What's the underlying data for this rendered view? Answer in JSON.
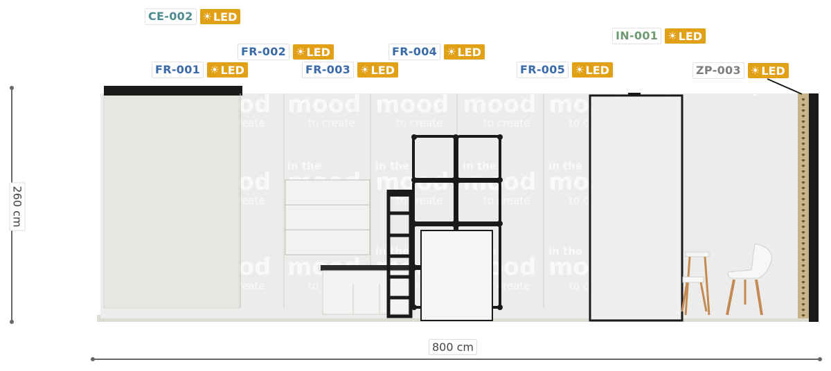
{
  "colors": {
    "tag_ce": "#4d8a8f",
    "tag_fr": "#3a6aa8",
    "tag_in": "#6f9a70",
    "tag_zp": "#7e7e7e",
    "led": "#e1a015",
    "wall": "#ecece9",
    "panel_line": "#cfcfcc",
    "frame": "#1c1c1c",
    "dimension": "#666666"
  },
  "tags": [
    {
      "code": "CE-002",
      "led": "LED",
      "icon": "sun-icon",
      "group": "ce"
    },
    {
      "code": "FR-002",
      "led": "LED",
      "icon": "sun-icon",
      "group": "fr"
    },
    {
      "code": "FR-004",
      "led": "LED",
      "icon": "sun-icon",
      "group": "fr"
    },
    {
      "code": "IN-001",
      "led": "LED",
      "icon": "sun-icon",
      "group": "in"
    },
    {
      "code": "FR-001",
      "led": "LED",
      "icon": "sun-icon",
      "group": "fr"
    },
    {
      "code": "FR-003",
      "led": "LED",
      "icon": "sun-icon",
      "group": "fr"
    },
    {
      "code": "FR-005",
      "led": "LED",
      "icon": "sun-icon",
      "group": "fr"
    },
    {
      "code": "ZP-003",
      "led": "LED",
      "icon": "sun-icon",
      "group": "zp"
    }
  ],
  "dimensions": {
    "height": "260 cm",
    "width": "800 cm"
  },
  "watermark": {
    "line1": "in the",
    "line2": "mood",
    "line3": "to create"
  }
}
